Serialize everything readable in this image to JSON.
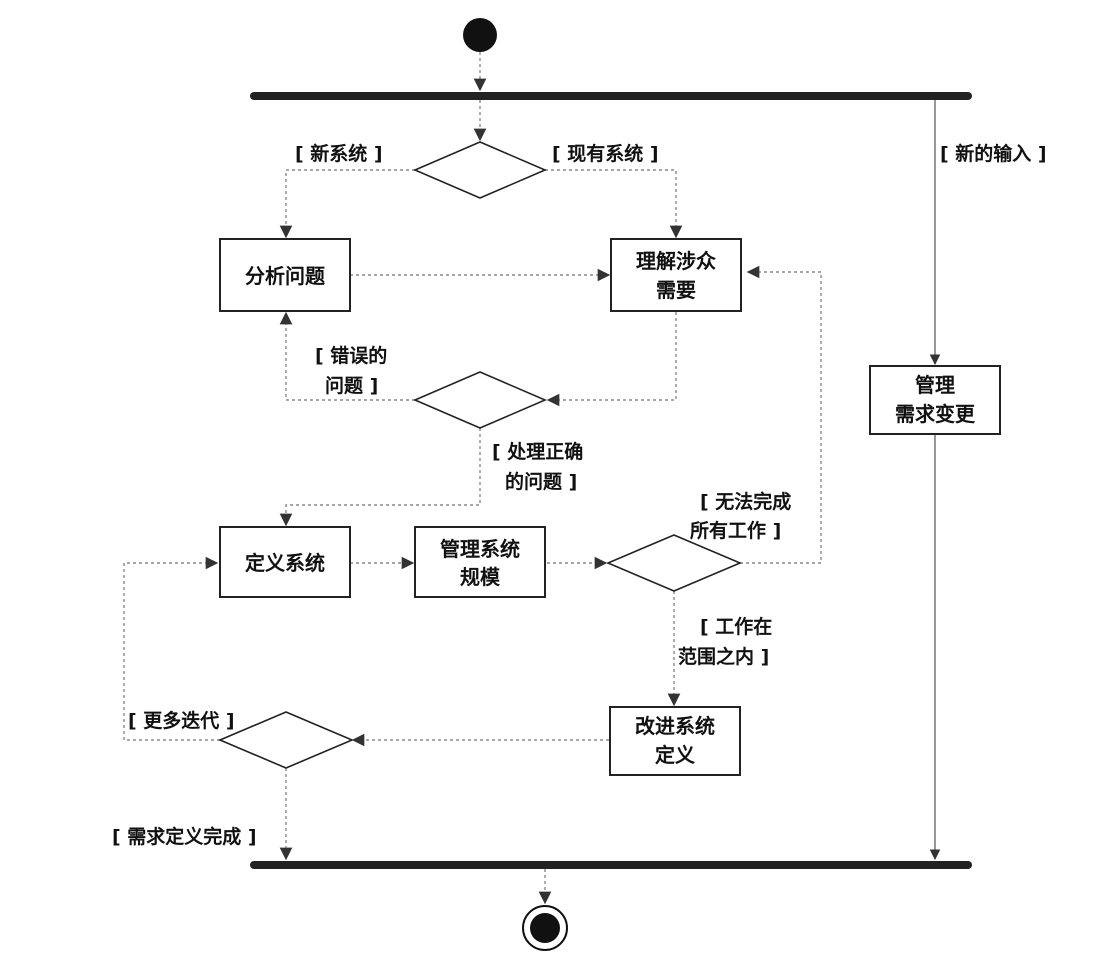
{
  "activities": {
    "analyze": "分析问题",
    "understand_line1": "理解涉众",
    "understand_line2": "需要",
    "manage_change_line1": "管理",
    "manage_change_line2": "需求变更",
    "define": "定义系统",
    "scope_line1": "管理系统",
    "scope_line2": "规模",
    "refine_line1": "改进系统",
    "refine_line2": "定义"
  },
  "guards": {
    "new_system": "[ 新系统 ]",
    "existing_system": "[ 现有系统 ]",
    "new_input": "[ 新的输入 ]",
    "wrong_problem_line1": "[ 错误的",
    "wrong_problem_line2": "问题 ]",
    "right_problem_line1": "[ 处理正确",
    "right_problem_line2": "的问题 ]",
    "cannot_finish_line1": "[ 无法完成",
    "cannot_finish_line2": "所有工作 ]",
    "within_scope_line1": "[ 工作在",
    "within_scope_line2": "范围之内 ]",
    "more_iterations": "[ 更多迭代 ]",
    "requirements_done": "[ 需求定义完成 ]"
  }
}
